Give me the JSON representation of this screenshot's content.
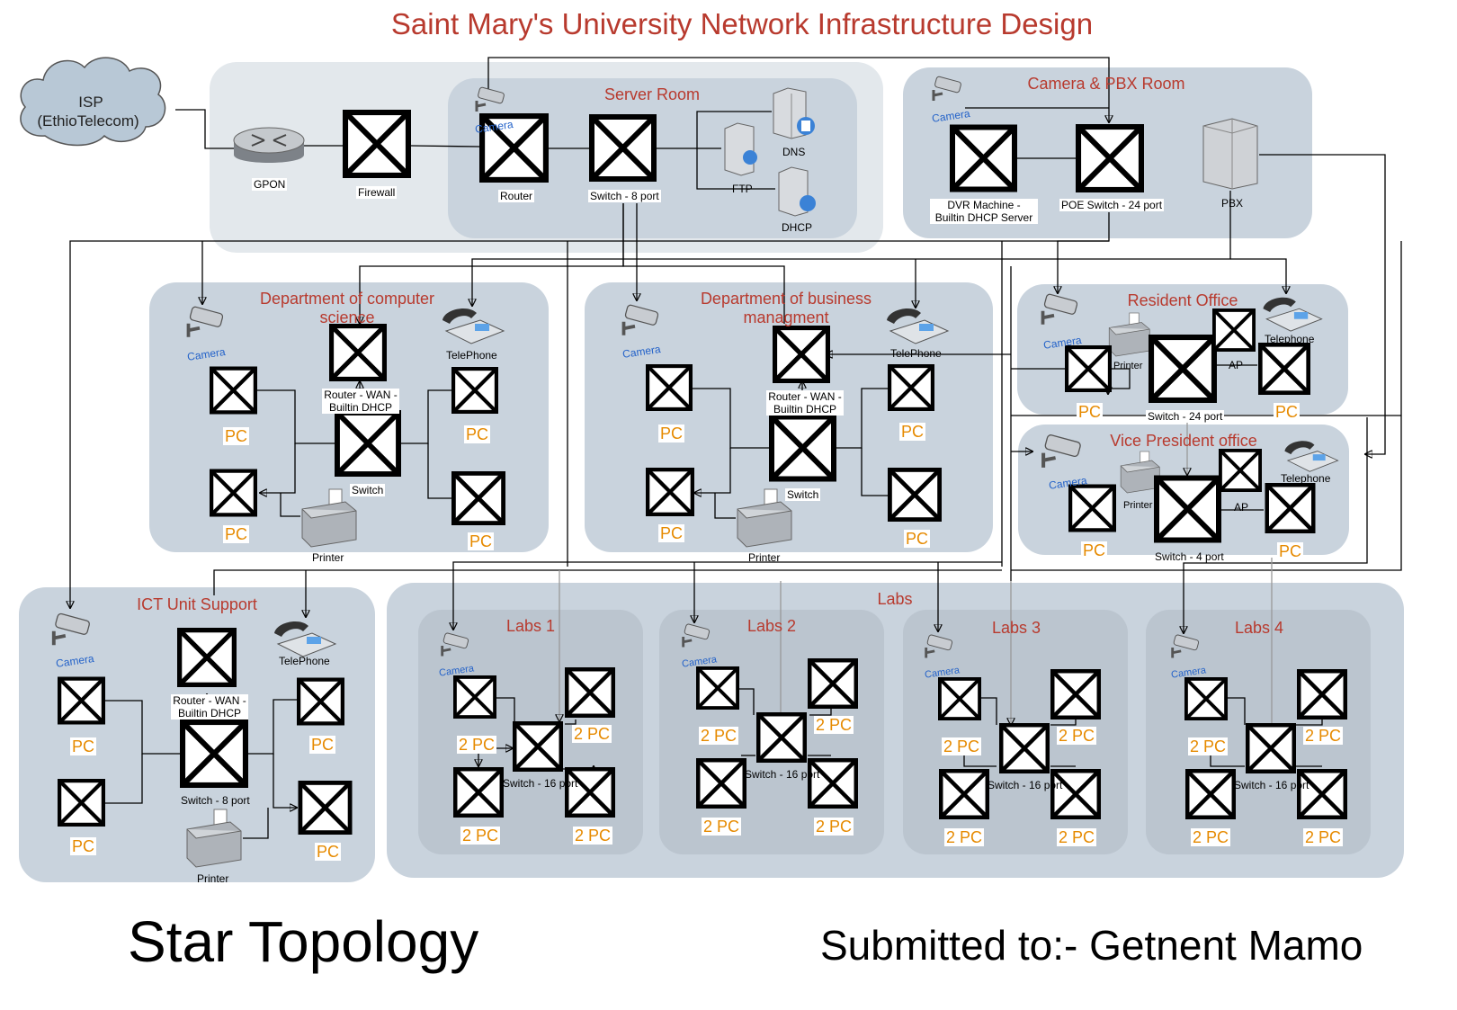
{
  "title": "Saint Mary's University Network Infrastructure Design",
  "footer": {
    "topology": "Star Topology",
    "submitted": "Submitted to:- Getnent Mamo"
  },
  "isp": {
    "line1": "ISP",
    "line2": "(EthioTelecom)"
  },
  "labels": {
    "gpon": "GPON",
    "firewall": "Firewall",
    "router": "Router",
    "switch8": "Switch - 8 port",
    "dns": "DNS",
    "ftp": "FTP",
    "dhcp": "DHCP",
    "camera": "Camera",
    "dvr": "DVR Machine - Builtin DHCP Server",
    "poe": "POE Switch - 24 port",
    "pbx": "PBX",
    "router_wan": "Router - WAN - Builtin DHCP",
    "switch": "Switch",
    "telephone": "TelePhone",
    "telephone2": "Telephone",
    "printer": "Printer",
    "pc": "PC",
    "pc2": "2 PC",
    "ap": "AP",
    "switch24": "Switch - 24 port",
    "switch4": "Switch - 4 port",
    "switch16": "Switch - 16 port"
  },
  "zones": {
    "server_room": "Server Room",
    "camera_pbx": "Camera & PBX Room",
    "cs": "Department of computer science",
    "business": "Department of business managment",
    "resident": "Resident Office",
    "vp": "Vice President office",
    "ict": "ICT Unit Support",
    "labs": "Labs",
    "lab1": "Labs 1",
    "lab2": "Labs 2",
    "lab3": "Labs 3",
    "lab4": "Labs 4"
  }
}
